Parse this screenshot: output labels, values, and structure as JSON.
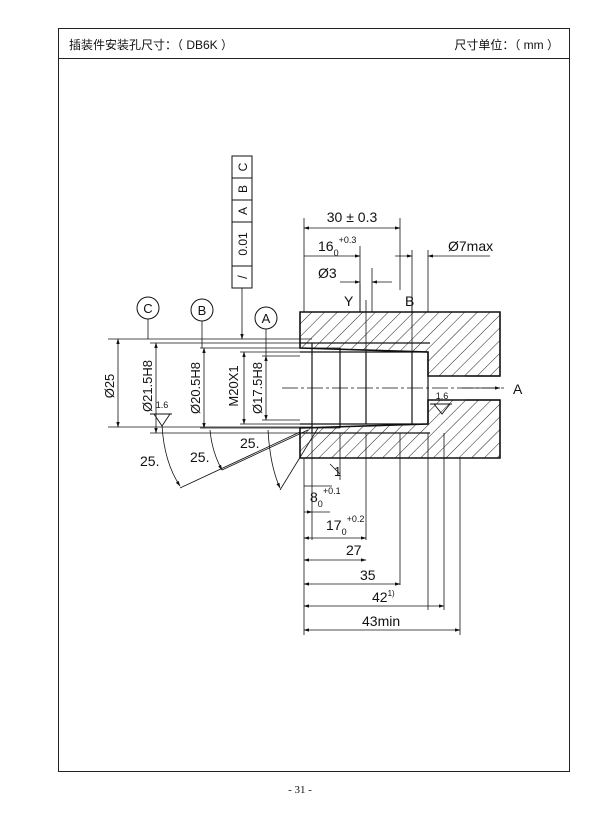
{
  "header": {
    "title": "插装件安装孔尺寸：（ DB6K ）",
    "units": "尺寸单位：（ mm ）"
  },
  "datums": {
    "c": "C",
    "b": "B",
    "a": "A"
  },
  "tolerance_frame": {
    "symbol": "/",
    "value": "0.01",
    "ref1": "A",
    "ref2": "B",
    "ref3": "C"
  },
  "dims": {
    "d_30": "30 ± 0.3",
    "d_16": "16",
    "d_16_sub": "0",
    "d_16_sup": "+0.3",
    "phi7": "Ø7max",
    "phi3": "Ø3",
    "label_y": "Y",
    "label_b": "B",
    "label_a": "A",
    "phi25": "Ø25",
    "phi21": "Ø21.5H8",
    "phi20": "Ø20.5H8",
    "m20": "M20X1",
    "phi17": "Ø17.5H8",
    "rough_left": "1.6",
    "rough_right": "1.6",
    "ang1": "25.",
    "ang2": "25.",
    "ang3": "25.",
    "one": "1",
    "d8": "8",
    "d8_sub": "0",
    "d8_sup": "+0.1",
    "d17": "17",
    "d17_sub": "0",
    "d17_sup": "+0.2",
    "d27": "27",
    "d35": "35",
    "d42": "42",
    "d42_note": "1)",
    "d43": "43min"
  },
  "footer": {
    "page": "- 31 -"
  }
}
